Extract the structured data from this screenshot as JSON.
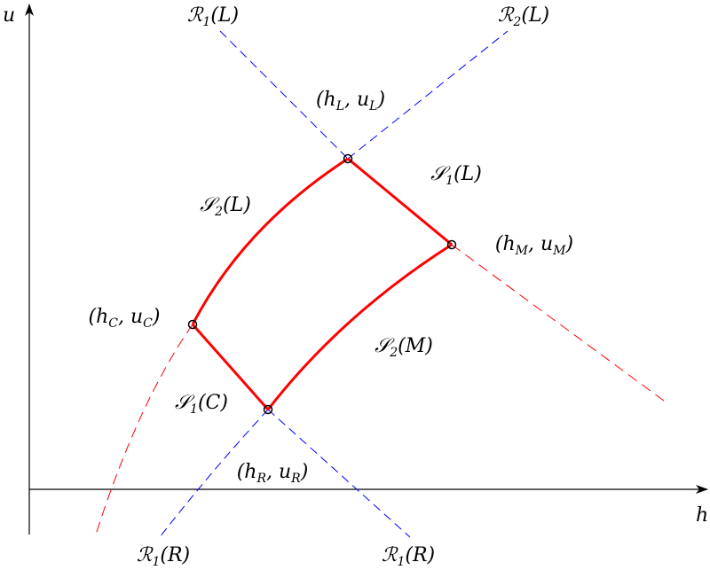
{
  "axes": {
    "x_label": "h",
    "y_label": "u"
  },
  "colors": {
    "wave_curves": "#ff0000",
    "rarefaction_lines": "#0000ff",
    "axes": "#000000"
  },
  "points": [
    {
      "id": "L",
      "label": [
        [
          "(h",
          ""
        ],
        [
          "L",
          "sub"
        ],
        [
          ", u",
          ""
        ],
        [
          "L",
          "sub"
        ],
        [
          ")",
          ""
        ]
      ]
    },
    {
      "id": "M",
      "label": [
        [
          "(h",
          ""
        ],
        [
          "M",
          "sub"
        ],
        [
          ", u",
          ""
        ],
        [
          "M",
          "sub"
        ],
        [
          ")",
          ""
        ]
      ]
    },
    {
      "id": "C",
      "label": [
        [
          "(h",
          ""
        ],
        [
          "C",
          "sub"
        ],
        [
          ", u",
          ""
        ],
        [
          "C",
          "sub"
        ],
        [
          ")",
          ""
        ]
      ]
    },
    {
      "id": "R",
      "label": [
        [
          "(h",
          ""
        ],
        [
          "R",
          "sub"
        ],
        [
          ", u",
          ""
        ],
        [
          "R",
          "sub"
        ],
        [
          ")",
          ""
        ]
      ]
    }
  ],
  "curves": {
    "R1_L_top": [
      [
        "ℛ",
        ""
      ],
      [
        "1",
        "sub"
      ],
      [
        "(L)",
        ""
      ]
    ],
    "R2_L_top": [
      [
        "ℛ",
        ""
      ],
      [
        "2",
        "sub"
      ],
      [
        "(L)",
        ""
      ]
    ],
    "S1_L": [
      [
        "𝒮",
        ""
      ],
      [
        "1",
        "sub"
      ],
      [
        "(L)",
        ""
      ]
    ],
    "S2_L": [
      [
        "𝒮",
        ""
      ],
      [
        "2",
        "sub"
      ],
      [
        "(L)",
        ""
      ]
    ],
    "S2_M": [
      [
        "𝒮",
        ""
      ],
      [
        "2",
        "sub"
      ],
      [
        "(M)",
        ""
      ]
    ],
    "S1_C": [
      [
        "𝒮",
        ""
      ],
      [
        "1",
        "sub"
      ],
      [
        "(C)",
        ""
      ]
    ],
    "R1_R_left": [
      [
        "ℛ",
        ""
      ],
      [
        "1",
        "sub"
      ],
      [
        "(R)",
        ""
      ]
    ],
    "R1_R_right": [
      [
        "ℛ",
        ""
      ],
      [
        "1",
        "sub"
      ],
      [
        "(R)",
        ""
      ]
    ]
  }
}
